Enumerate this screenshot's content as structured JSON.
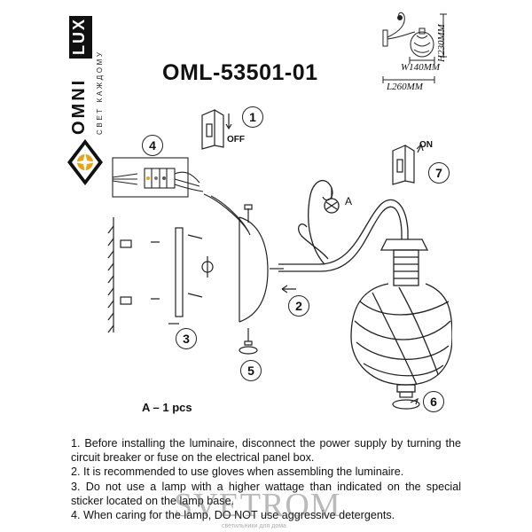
{
  "brand": {
    "name_part1": "OMNI",
    "name_part2": "LUX",
    "tagline": "СВЕТ КАЖДОМУ"
  },
  "model": "OML-53501-01",
  "dimensions": {
    "height": "H230MM",
    "width": "W140MM",
    "length": "L260MM"
  },
  "steps": [
    "1",
    "2",
    "3",
    "4",
    "5",
    "6",
    "7"
  ],
  "switch_labels": {
    "off": "OFF",
    "on": "ON"
  },
  "part_label": "A",
  "quantity": "A – 1 pcs",
  "instructions": [
    "1. Before installing the luminaire, disconnect the power supply by turning the circuit breaker or fuse on the electrical panel box.",
    "2. It is recommended to use gloves when assembling the luminaire.",
    "3. Do not use a lamp with a higher wattage than indicated on the special sticker located on the lamp base.",
    "4. When caring for the lamp, DO NOT use aggressive detergents."
  ],
  "watermark": {
    "text": "SVETROM",
    "sub": "светильники для дома"
  },
  "colors": {
    "logo_gold": "#e3a51c",
    "ink": "#222222"
  }
}
